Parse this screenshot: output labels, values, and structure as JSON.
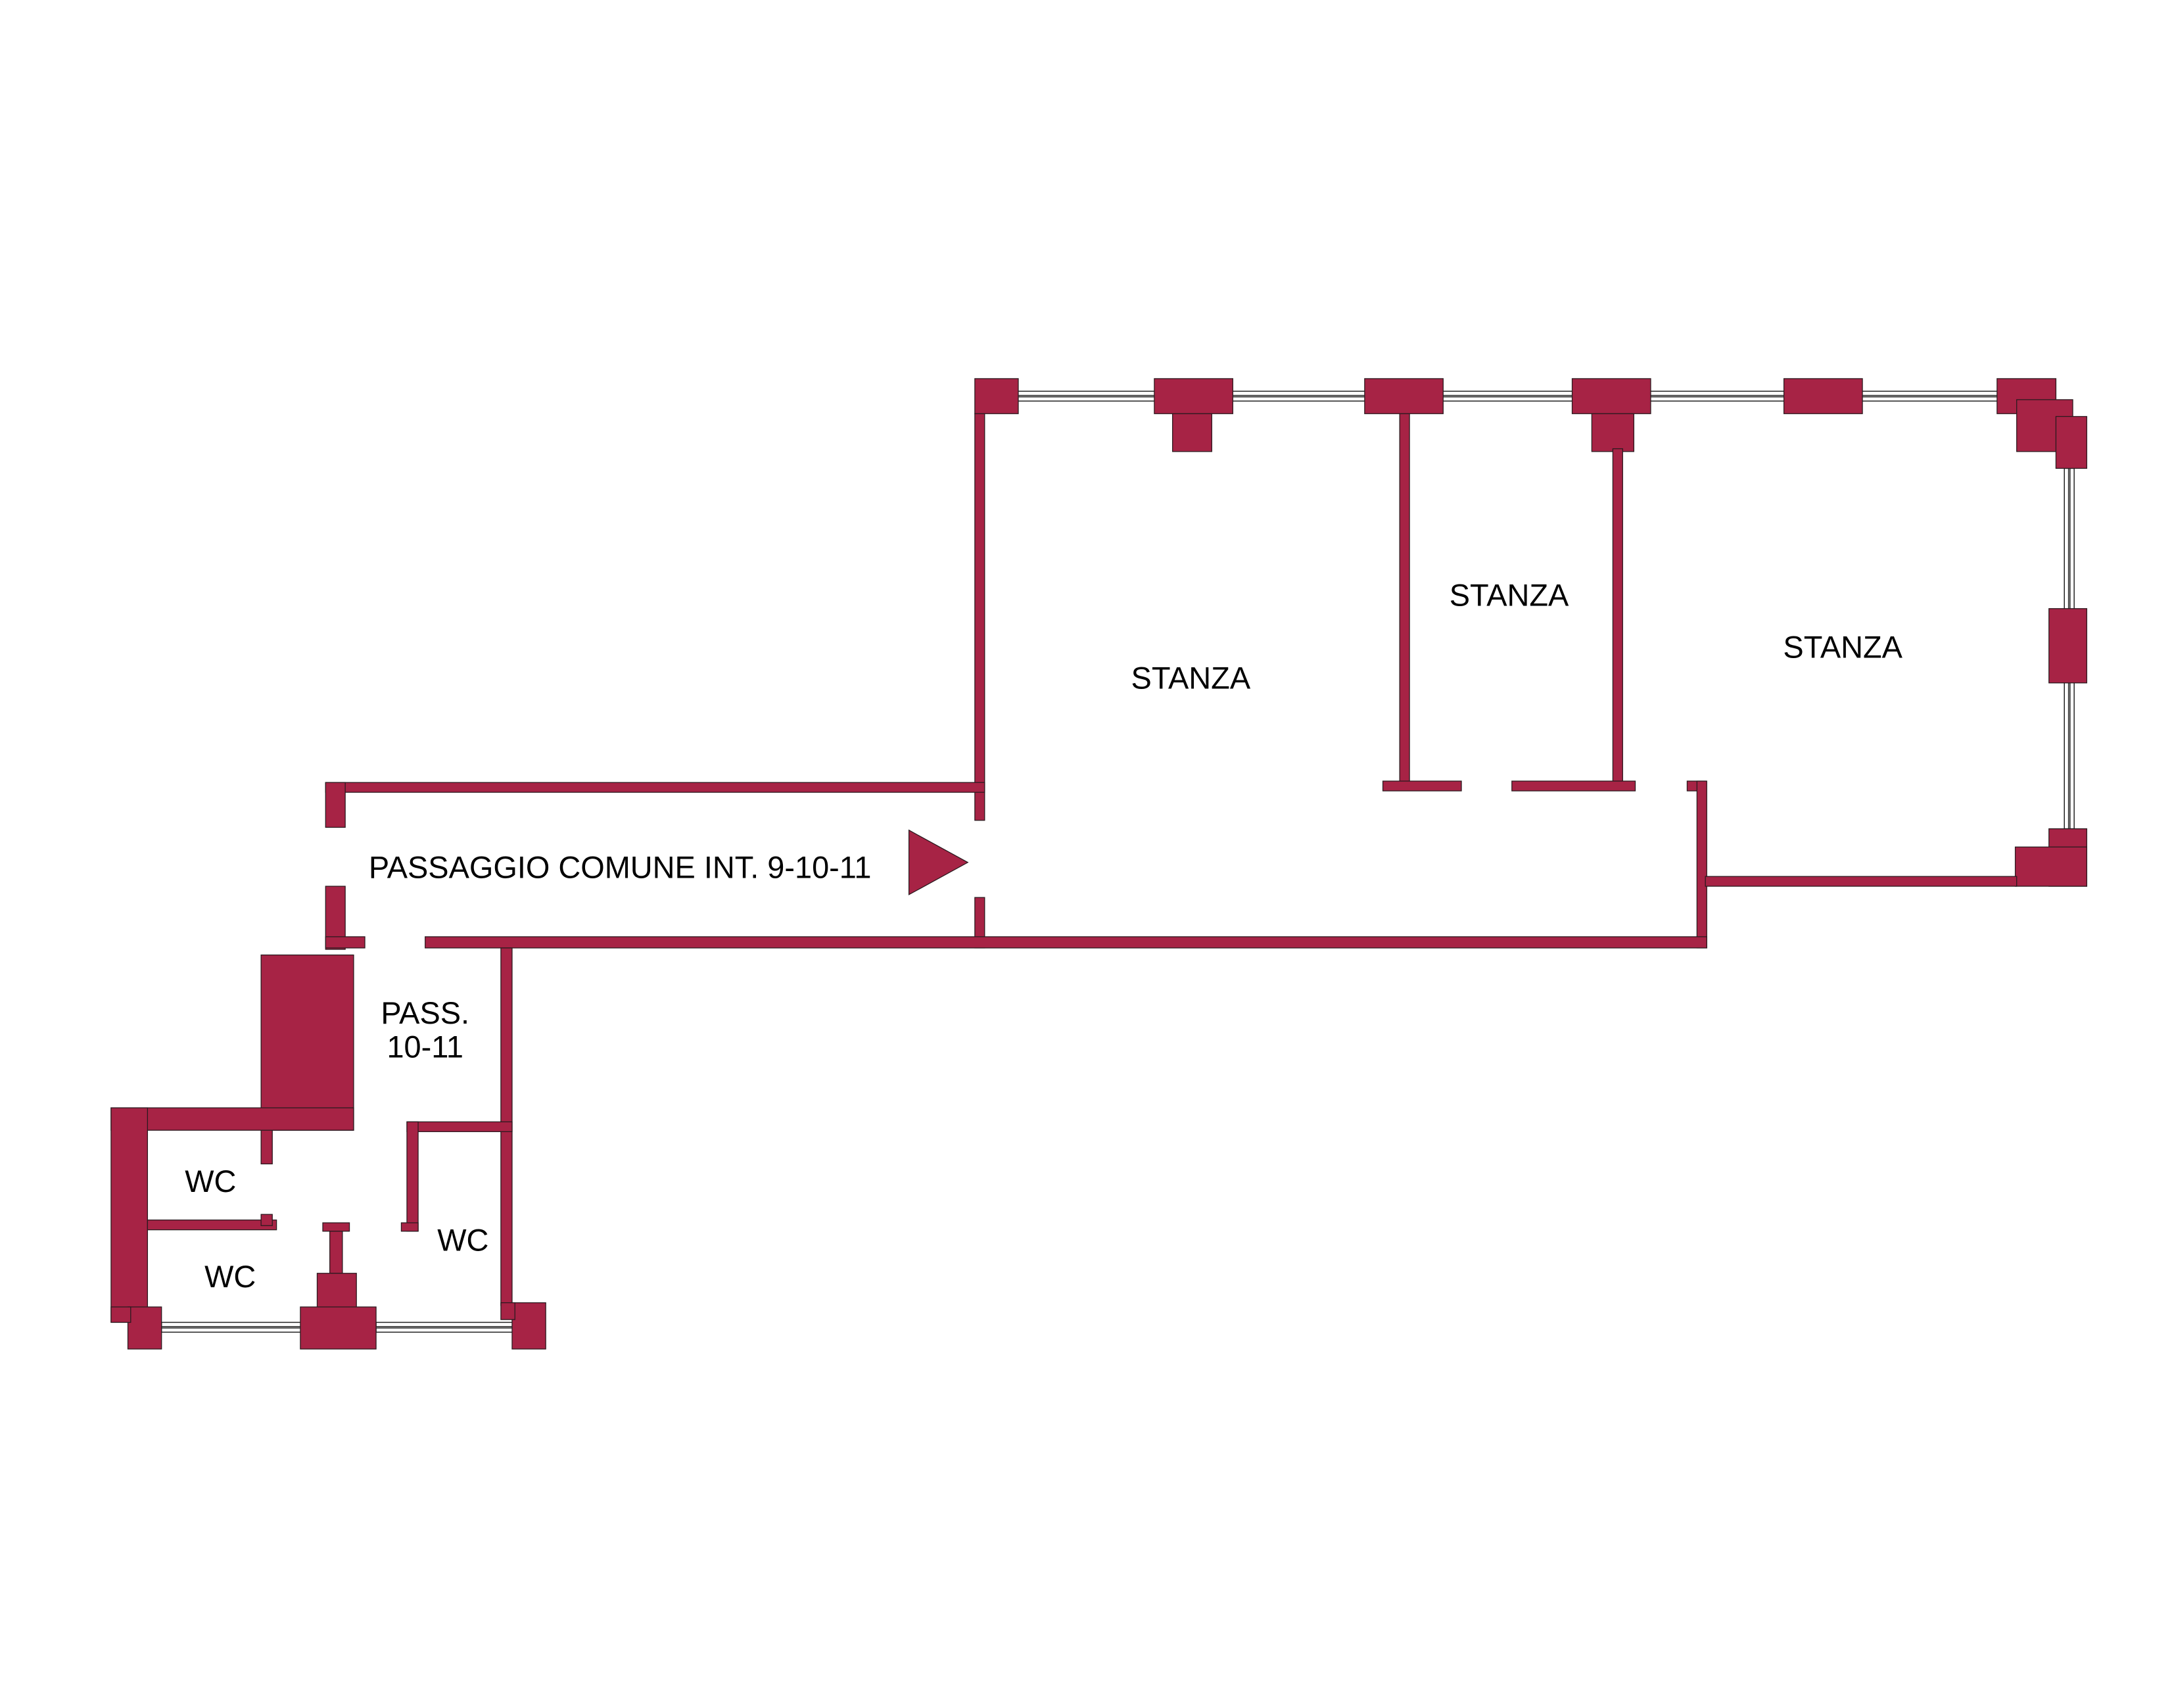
{
  "plan": {
    "wall_color": "#A72345",
    "rooms": [
      {
        "label": "STANZA"
      },
      {
        "label": "STANZA"
      },
      {
        "label": "STANZA"
      },
      {
        "label": "PASSAGGIO COMUNE INT. 9-10-11"
      },
      {
        "label_line1": "PASS.",
        "label_line2": "10-11"
      },
      {
        "label": "WC"
      },
      {
        "label": "WC"
      },
      {
        "label": "WC"
      }
    ],
    "entrance_marker": "entrance-arrow-icon"
  }
}
